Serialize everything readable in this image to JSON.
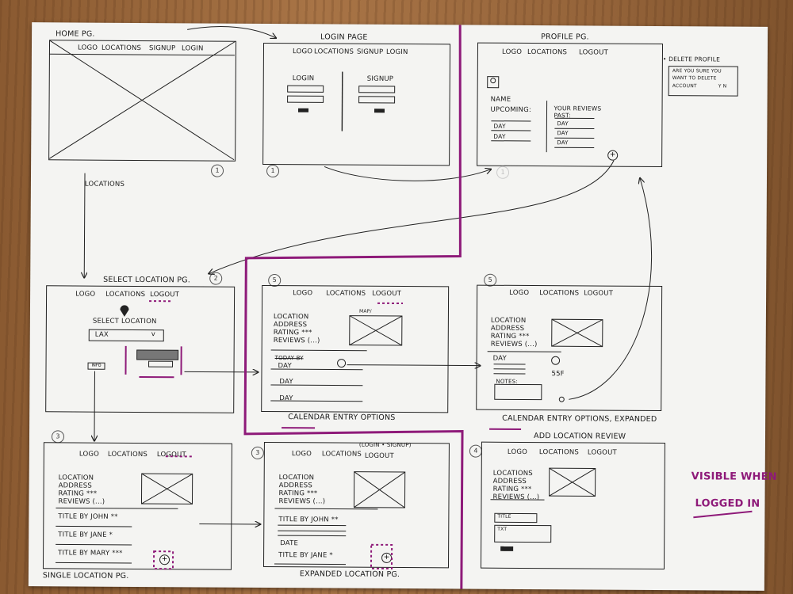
{
  "screens": {
    "home": {
      "caption": "HOME PG.",
      "nav": [
        "LOGO",
        "LOCATIONS",
        "SIGNUP",
        "LOGIN"
      ],
      "badge": "1"
    },
    "login": {
      "caption": "LOGIN PAGE",
      "nav": [
        "LOGO",
        "LOCATIONS",
        "SIGNUP",
        "LOGIN"
      ],
      "login_label": "LOGIN",
      "signup_label": "SIGNUP",
      "badge": "1"
    },
    "profile": {
      "caption": "PROFILE PG.",
      "nav": [
        "LOGO",
        "LOCATIONS",
        "LOGOUT"
      ],
      "name_label": "NAME",
      "upcoming_label": "UPCOMING:",
      "reviews_label_1": "YOUR REVIEWS",
      "reviews_label_2": "PAST:",
      "day_rows": [
        "DAY",
        "DAY"
      ],
      "past_rows": [
        "DAY",
        "DAY",
        "DAY"
      ],
      "add_icon": "+",
      "badge": "1"
    },
    "delete_profile": {
      "title": "• DELETE PROFILE",
      "line1": "ARE YOU SURE YOU",
      "line2": "WANT TO DELETE",
      "line3": "ACCOUNT",
      "buttons": "Y N"
    },
    "select_location": {
      "caption": "SELECT LOCATION PG.",
      "nav": [
        "LOGO",
        "LOCATIONS",
        "LOGOUT"
      ],
      "prompt": "SELECT LOCATION",
      "dropdown_value": "LAX",
      "info_button": "INFO",
      "badge": "2"
    },
    "calendar": {
      "caption": "CALENDAR ENTRY OPTIONS",
      "nav": [
        "LOGO",
        "LOCATIONS",
        "LOGOUT"
      ],
      "info": [
        "LOCATION",
        "ADDRESS",
        "RATING ***",
        "REVIEWS (...)"
      ],
      "map_label": "MAP/",
      "rows": [
        "DAY",
        "DAY",
        "DAY"
      ],
      "first_row_note": "TODAY BY",
      "badge": "5"
    },
    "calendar_expanded": {
      "caption": "CALENDAR ENTRY OPTIONS, EXPANDED",
      "nav": [
        "LOGO",
        "LOCATIONS",
        "LOGOUT"
      ],
      "info": [
        "LOCATION",
        "ADDRESS",
        "RATING ***",
        "REVIEWS (...)"
      ],
      "day_label": "DAY",
      "temp": "55F",
      "notes_label": "NOTES:",
      "badge": "5"
    },
    "single_location": {
      "caption": "SINGLE LOCATION PG.",
      "nav": [
        "LOGO",
        "LOCATIONS",
        "LOGOUT"
      ],
      "info": [
        "LOCATION",
        "ADDRESS",
        "RATING ***",
        "REVIEWS (...)"
      ],
      "reviews": [
        "TITLE BY JOHN **",
        "TITLE BY JANE *",
        "TITLE BY MARY ***"
      ],
      "add_icon": "+",
      "badge": "3"
    },
    "expanded_location": {
      "caption": "EXPANDED LOCATION PG.",
      "nav": [
        "LOGO",
        "LOCATIONS",
        "LOGOUT"
      ],
      "nav_note": "(LOGIN • SIGNUP)",
      "info": [
        "LOCATION",
        "ADDRESS",
        "RATING ***",
        "REVIEWS (...)"
      ],
      "reviews": [
        "TITLE BY JOHN **",
        "DATE",
        "TITLE BY JANE *"
      ],
      "add_icon": "+",
      "badge": "3"
    },
    "add_review": {
      "caption": "ADD LOCATION REVIEW",
      "nav": [
        "LOGO",
        "LOCATIONS",
        "LOGOUT"
      ],
      "info": [
        "LOCATIONS",
        "ADDRESS",
        "RATING ***",
        "REVIEWS (...)"
      ],
      "title_field": "TITLE",
      "text_field": "TXT",
      "badge": "4"
    }
  },
  "flow_labels": {
    "home_to_select": "LOCATIONS"
  },
  "legend": {
    "line1": "VISIBLE WHEN",
    "line2": "LOGGED IN",
    "color": "#8e1a79"
  },
  "colors": {
    "ink": "#1a1a1a",
    "highlight": "#8e1a79",
    "paper": "#f4f4f2"
  }
}
